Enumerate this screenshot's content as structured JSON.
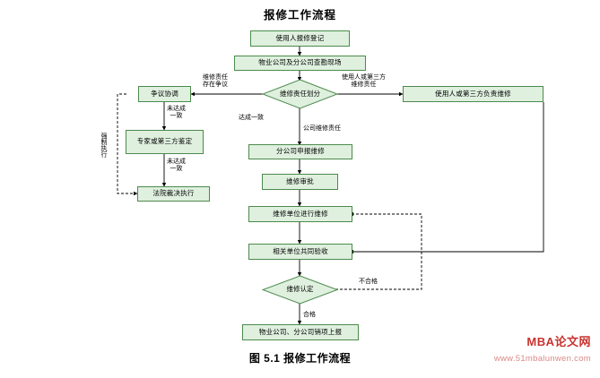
{
  "figure": {
    "title": "报修工作流程",
    "caption": "图 5.1  报修工作流程"
  },
  "watermark": {
    "name": "MBA论文网",
    "url": "www.51mbalunwen.com"
  },
  "colors": {
    "node_fill": "#dff0df",
    "node_border": "#4c8a4c",
    "line": "#000000",
    "watermark_name": "#c8322e",
    "watermark_url": "#d98a86"
  },
  "nodes": [
    {
      "id": "n1",
      "label": "使用人报修登记",
      "shape": "rect"
    },
    {
      "id": "n2",
      "label": "物业公司及分公司查勘现场",
      "shape": "rect"
    },
    {
      "id": "n3",
      "label": "维修责任划分",
      "shape": "diamond"
    },
    {
      "id": "n4",
      "label": "争议协调",
      "shape": "rect"
    },
    {
      "id": "n5",
      "label": "专家或第三方鉴定",
      "shape": "rect"
    },
    {
      "id": "n6",
      "label": "法院裁决执行",
      "shape": "rect"
    },
    {
      "id": "n7",
      "label": "使用人或第三方负责维修",
      "shape": "rect"
    },
    {
      "id": "n8",
      "label": "分公司申报维修",
      "shape": "rect"
    },
    {
      "id": "n9",
      "label": "维修审批",
      "shape": "rect"
    },
    {
      "id": "n10",
      "label": "维修单位进行维修",
      "shape": "rect"
    },
    {
      "id": "n11",
      "label": "相关单位共同验收",
      "shape": "rect"
    },
    {
      "id": "n12",
      "label": "维修认定",
      "shape": "diamond"
    },
    {
      "id": "n13",
      "label": "物业公司、分公司销项上报",
      "shape": "rect"
    }
  ],
  "edge_labels": [
    {
      "id": "e1",
      "text": "维修责任\n存在争议"
    },
    {
      "id": "e2",
      "text": "使用人或第三方\n维修责任"
    },
    {
      "id": "e3",
      "text": "达成一致"
    },
    {
      "id": "e4",
      "text": "公司维修责任"
    },
    {
      "id": "e5",
      "text": "未达成\n一致"
    },
    {
      "id": "e6",
      "text": "未达成\n一致"
    },
    {
      "id": "e7",
      "text": "强制执行"
    },
    {
      "id": "e8",
      "text": "不合格"
    },
    {
      "id": "e9",
      "text": "合格"
    }
  ]
}
